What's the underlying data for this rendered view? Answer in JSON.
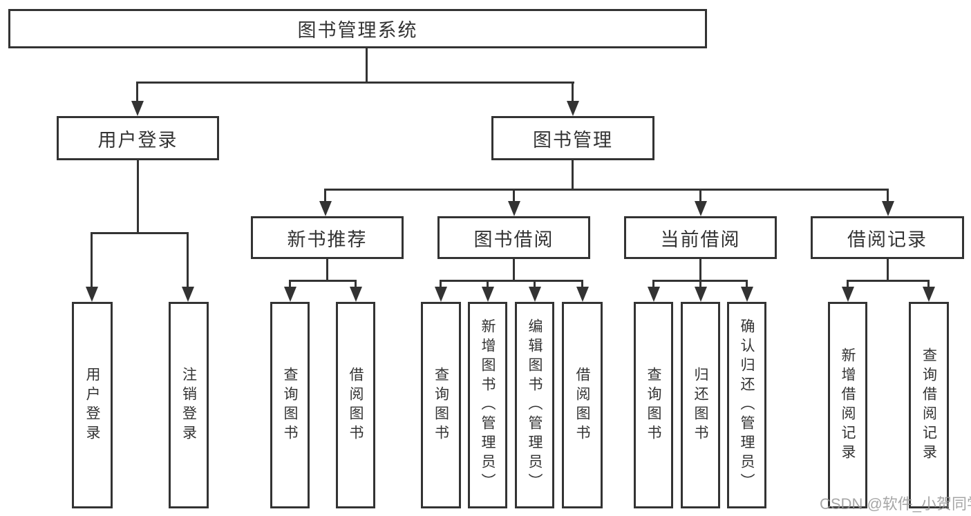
{
  "diagram": {
    "root": {
      "label": "图书管理系统"
    },
    "level2": [
      {
        "label": "用户登录"
      },
      {
        "label": "图书管理"
      }
    ],
    "level3": [
      {
        "label": "新书推荐"
      },
      {
        "label": "图书借阅"
      },
      {
        "label": "当前借阅"
      },
      {
        "label": "借阅记录"
      }
    ],
    "leaves": {
      "user_login": [
        "用户登录",
        "注销登录"
      ],
      "new_book_recommend": [
        "查询图书",
        "借阅图书"
      ],
      "book_borrowing": [
        "查询图书",
        "新增图书（管理员）",
        "编辑图书（管理员）",
        "借阅图书"
      ],
      "current_borrowing": [
        "查询图书",
        "归还图书",
        "确认归还（管理员）"
      ],
      "borrowing_records": [
        "新增借阅记录",
        "查询借阅记录"
      ]
    }
  },
  "watermark": {
    "text": "CSDN @软件_小贺同学"
  },
  "colors": {
    "line": "#333333",
    "box_border": "#333333",
    "text": "#333333",
    "background": "#ffffff",
    "watermark": "#999999"
  }
}
